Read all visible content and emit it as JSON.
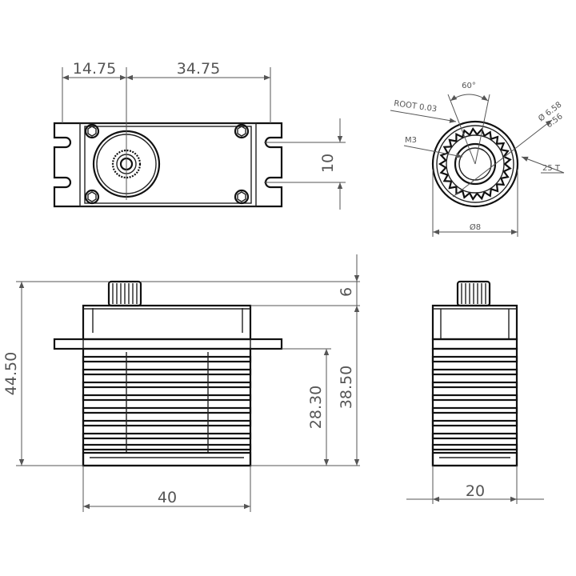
{
  "top_view": {
    "dim_left": "14.75",
    "dim_right": "34.75",
    "dim_height": "10"
  },
  "gear_detail": {
    "angle": "60°",
    "root": "ROOT 0.03",
    "diameter_outer": "Ø 6.58",
    "diameter_inner": "6.56",
    "thread": "M3",
    "teeth": "25 T",
    "diameter_base": "Ø8"
  },
  "front_view": {
    "total_height": "44.50",
    "spline_height": "6",
    "body_height": "38.50",
    "lower_height": "28.30",
    "width": "40"
  },
  "side_view": {
    "width": "20"
  },
  "colors": {
    "line": "#222222",
    "dimension": "#555555",
    "background": "#ffffff"
  }
}
